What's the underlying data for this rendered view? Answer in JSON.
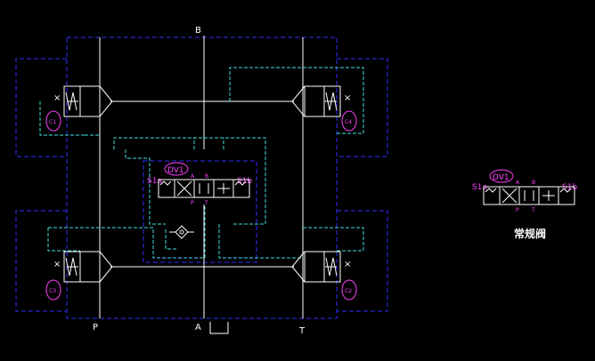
{
  "ports": {
    "top": "B",
    "bottom_left": "P",
    "bottom_mid": "A",
    "bottom_right": "T"
  },
  "main_valve": {
    "ellipse_label": "DV1",
    "sol_left": "S1a",
    "sol_right": "S1b",
    "port_a": "A",
    "port_b": "B",
    "port_p": "P",
    "port_t": "T"
  },
  "pilot_labels": {
    "tl": "C1",
    "tr": "C4",
    "bl": "C3",
    "br": "C2"
  },
  "legend_valve": {
    "ellipse_label": "DV1",
    "sol_left": "S1a",
    "sol_right": "S1b",
    "port_a": "A",
    "port_b": "B",
    "port_p": "P",
    "port_t": "T",
    "caption": "常规阀"
  },
  "colors": {
    "background": "#000000",
    "line_white": "#ffffff",
    "line_blue": "#3030ff",
    "line_cyan": "#40e0e0",
    "label_magenta": "#ff40ff"
  }
}
